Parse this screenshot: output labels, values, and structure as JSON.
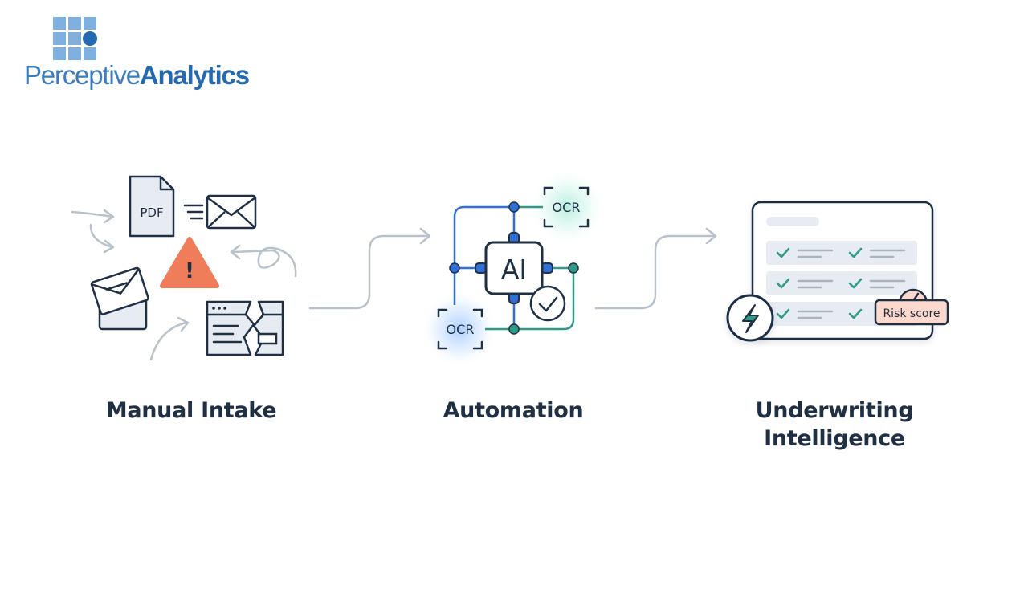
{
  "brand": {
    "name_light": "Perceptive",
    "name_bold": "Analytics",
    "color_light_blue": "#7fb0e0",
    "color_blue": "#2469b1"
  },
  "icon_labels": {
    "pdf": "PDF",
    "ocr_top": "OCR",
    "ocr_bottom": "OCR",
    "ai": "AI",
    "risk_score": "Risk score",
    "warning": "!"
  },
  "stages": [
    {
      "line1": "Manual Intake",
      "line2": ""
    },
    {
      "line1": "Automation",
      "line2": ""
    },
    {
      "line1": "Underwriting",
      "line2": "Intelligence"
    }
  ],
  "colors": {
    "ink": "#1f2f44",
    "warning": "#ef7d5a",
    "connector": "#b8c2cc",
    "accent_blue": "#2f6fd6",
    "accent_teal": "#2f9a86",
    "risk_fill": "#fcd9cc",
    "row_fill": "#e6ecf1"
  },
  "icons": [
    "pdf-document-icon",
    "envelope-icon",
    "warning-triangle-icon",
    "browser-window-icon",
    "ai-chip-icon",
    "ocr-scan-icon",
    "check-circle-icon",
    "dashboard-icon",
    "lightning-bolt-icon",
    "gauge-icon"
  ]
}
